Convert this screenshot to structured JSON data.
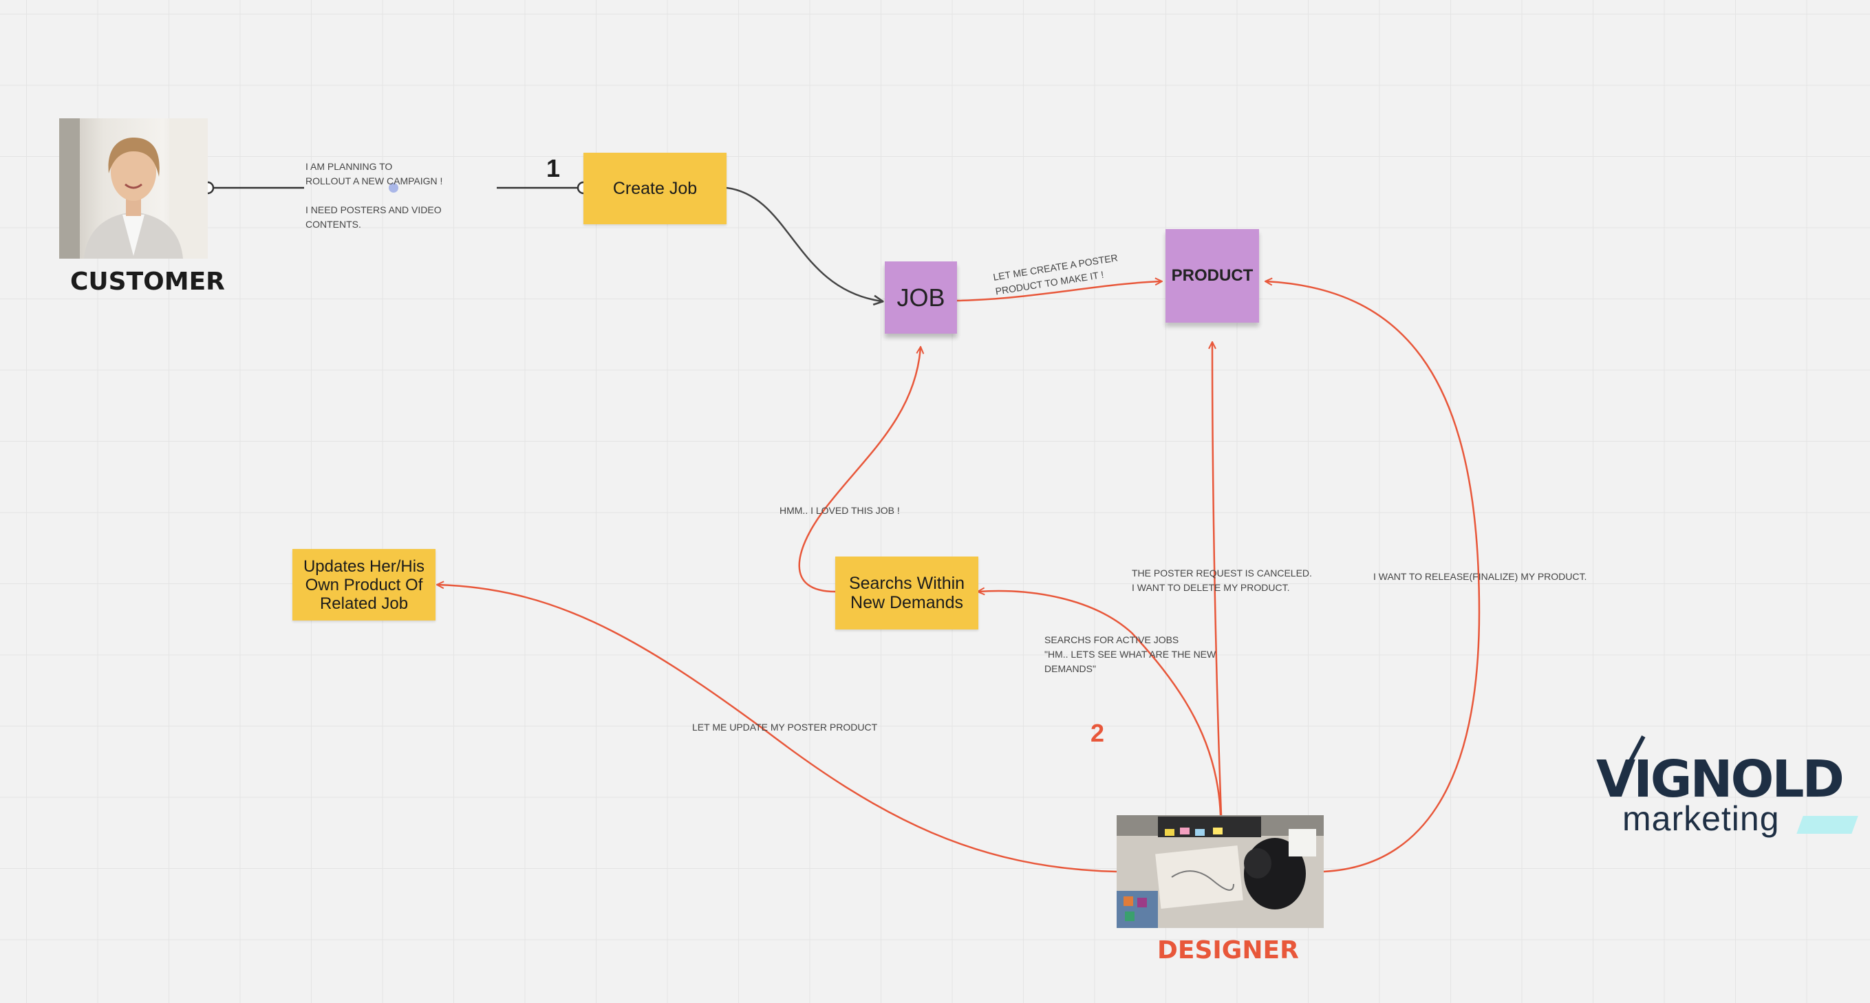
{
  "actors": {
    "customer": {
      "name": "CUSTOMER",
      "photo": "customer-photo"
    },
    "designer": {
      "name": "DESIGNER",
      "photo": "designer-photo",
      "color": "#e8573a"
    }
  },
  "notes": {
    "create_job": "Create Job",
    "job": "JOB",
    "product": "PRODUCT",
    "searches": "Searchs Within\nNew Demands",
    "updates": "Updates Her/His\nOwn Product Of\nRelated Job"
  },
  "step_numbers": {
    "one": "1",
    "two": "2"
  },
  "connector_labels": {
    "customer_campaign": "I AM PLANNING TO\nROLLOUT A NEW CAMPAIGN !\n\nI NEED POSTERS AND VIDEO CONTENTS.",
    "create_poster": "LET ME CREATE A POSTER\nPRODUCT TO MAKE IT !",
    "loved_job": "HMM.. I LOVED THIS JOB !",
    "canceled": "THE POSTER REQUEST IS CANCELED.\nI WANT TO DELETE MY PRODUCT.",
    "release": "I WANT TO RELEASE(FINALIZE) MY PRODUCT.",
    "search_active": "SEARCHS FOR ACTIVE JOBS\n\"HM.. LETS SEE WHAT ARE THE NEW\nDEMANDS\"",
    "update_poster": "LET ME UPDATE MY POSTER PRODUCT"
  },
  "logo": {
    "brand": "VIGNOLD",
    "sub": "marketing",
    "accent": "#b9f0f2"
  },
  "colors": {
    "yellow_note": "#f6c745",
    "purple_note": "#c894d6",
    "arrow_red": "#e8573a",
    "arrow_dark": "#444444"
  }
}
